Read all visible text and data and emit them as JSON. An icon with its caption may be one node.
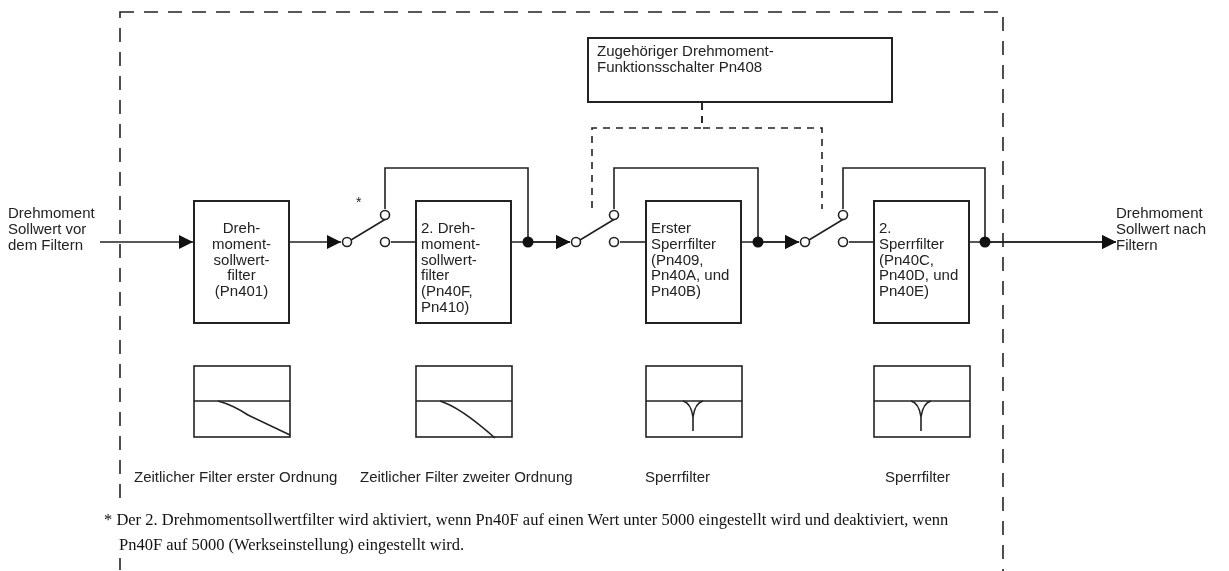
{
  "diagram": {
    "nodes": [
      {
        "text": [
          "Drehmoment Sollwert vor dem Filtern"
        ]
      },
      {
        "text": [
          "Dreh- moment- sollwert- filter (Pn401)"
        ]
      },
      {
        "text": [],
        "shape": "switch",
        "beside": [
          "*"
        ]
      },
      {
        "text": [
          "2. Dreh- moment- sollwert- filter (Pn40F, Pn410)"
        ]
      },
      {
        "text": [],
        "shape": "switch"
      },
      {
        "text": [
          "Erster Sperrfilter (Pn409, Pn40A, und Pn40B)"
        ]
      },
      {
        "text": [],
        "shape": "switch"
      },
      {
        "text": [
          "2. Sperrfilter (Pn40C, Pn40D, und Pn40E)"
        ]
      },
      {
        "text": [
          "Drehmoment Sollwert nach Filtern"
        ]
      },
      {
        "text": [
          "Zugehöriger Drehmoment- Funktionsschalter Pn408"
        ]
      }
    ],
    "edges": [
      {
        "from": 0,
        "to": 1,
        "arrow": "to"
      },
      {
        "from": 1,
        "to": 2,
        "arrow": "to"
      },
      {
        "from": 2,
        "to": 3,
        "arrow": "none"
      },
      {
        "from": 2,
        "to": 4,
        "arrow": "to"
      },
      {
        "from": 3,
        "to": 4,
        "arrow": "to"
      },
      {
        "from": 4,
        "to": 5,
        "arrow": "none"
      },
      {
        "from": 4,
        "to": 6,
        "arrow": "to"
      },
      {
        "from": 5,
        "to": 6,
        "arrow": "to"
      },
      {
        "from": 6,
        "to": 7,
        "arrow": "none"
      },
      {
        "from": 6,
        "to": 8,
        "arrow": "to"
      },
      {
        "from": 7,
        "to": 8,
        "arrow": "to"
      },
      {
        "from": 9,
        "to": 4,
        "arrow": "none",
        "style": "dashed"
      },
      {
        "from": 9,
        "to": 6,
        "arrow": "none",
        "style": "dashed"
      }
    ],
    "labels": [
      "Zeitlicher Filter erster Ordnung",
      "Zeitlicher Filter zweiter Ordnung",
      "Sperrfilter",
      "Sperrfilter",
      "* Der 2. Drehmomentsollwertfilter wird aktiviert, wenn Pn40F auf einen Wert unter 5000 eingestellt wird und deaktiviert, wenn Pn40F auf 5000 (Werkseinstellung) eingestellt wird."
    ]
  }
}
